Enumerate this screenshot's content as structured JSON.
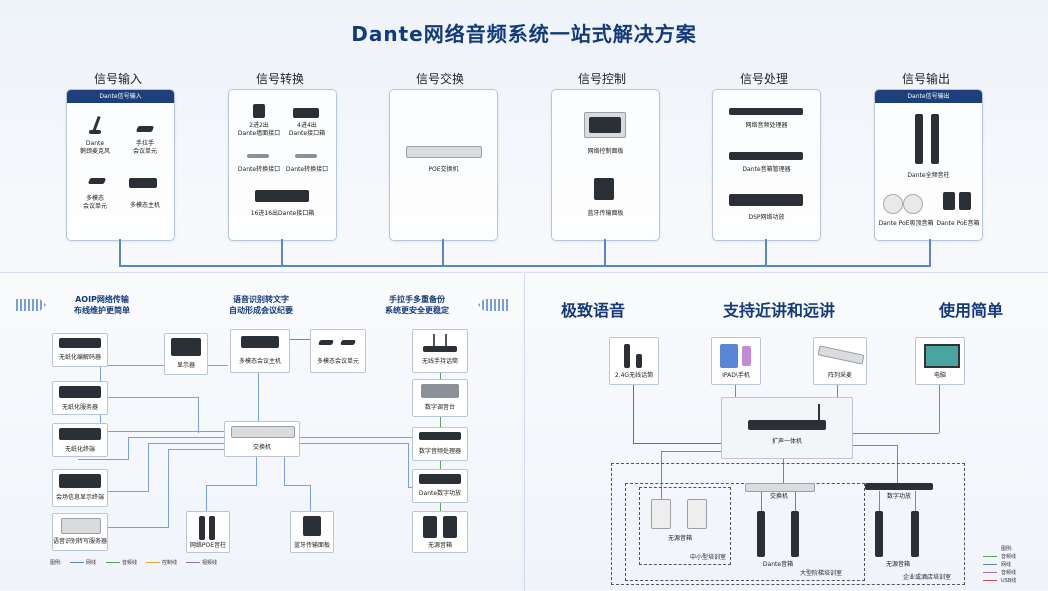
{
  "title": "Dante网络音频系统一站式解决方案",
  "columns": [
    {
      "title": "信号输入",
      "head": "Dante信号输入",
      "items": [
        "Dante\n鹅颈麦克风",
        "手拉手\n会议单元",
        "多模态\n会议单元",
        "多模态主机"
      ]
    },
    {
      "title": "信号转换",
      "items": [
        "2进2出\nDante墙面接口",
        "4进4出\nDante接口箱",
        "Dante转换接口",
        "Dante转换接口",
        "16进16出Dante接口箱"
      ]
    },
    {
      "title": "信号交换",
      "items": [
        "POE交换机"
      ]
    },
    {
      "title": "信号控制",
      "items": [
        "网络控制面板",
        "蓝牙传输面板"
      ]
    },
    {
      "title": "信号处理",
      "items": [
        "网络音频处理器",
        "Dante音箱管理器",
        "DSP网络功放"
      ]
    },
    {
      "title": "信号输出",
      "head": "Dante信号输出",
      "items": [
        "Dante全频音柱",
        "Dante PoE吸顶音箱",
        "Dante PoE音箱"
      ]
    }
  ],
  "left_panel": {
    "heads": [
      "AOIP网络传输\n布线维护更简单",
      "语音识别转文字\n自动形成会议纪要",
      "手拉手多重备份\n系统更安全更稳定"
    ],
    "devices": {
      "decoder": "无纸化编解码器",
      "display": "显示器",
      "host": "多模态会议主机",
      "unit": "多模态会议单元",
      "wireless": "无线手持话筒",
      "server": "无纸化服务器",
      "mixer": "数字调音台",
      "terminal": "无纸化终端",
      "switch": "交换机",
      "processor": "数字音频处理器",
      "info": "会场信息显示终端",
      "amp": "Dante数字功放",
      "recognition": "语音识别转写服务器",
      "poe_column": "网络POE音柱",
      "bt_panel": "蓝牙传输面板",
      "passive": "无源音箱"
    },
    "legend": {
      "title": "图例:",
      "items": [
        "网线",
        "音频线",
        "控制线",
        "视频线"
      ]
    }
  },
  "right_panel": {
    "heads": [
      "极致语音",
      "支持近讲和远讲",
      "使用简单"
    ],
    "devices": {
      "remote": "2.4G无线话筒",
      "ipad": "IPAD\\手机",
      "array": "阵列采麦",
      "pc": "电脑",
      "all_in_one": "扩声一体机",
      "switch": "交换机",
      "digital_amp": "数字功放",
      "passive_small": "无源音箱",
      "small_room": "中小型培训室",
      "dante_speaker": "Dante音箱",
      "large_room": "大型阶梯培训室",
      "passive_big": "无源音箱",
      "enterprise": "企业或酒店培训室"
    },
    "legend": {
      "title": "图例:",
      "items": [
        "音频线",
        "网线",
        "音频线",
        "USB线"
      ]
    }
  },
  "colors": {
    "accent": "#133a7a",
    "line_blue": "#5b86c4",
    "line_green": "#58a55c",
    "line_orange": "#e0a243",
    "line_purple": "#9a6fc4",
    "line_red": "#c0504d"
  }
}
